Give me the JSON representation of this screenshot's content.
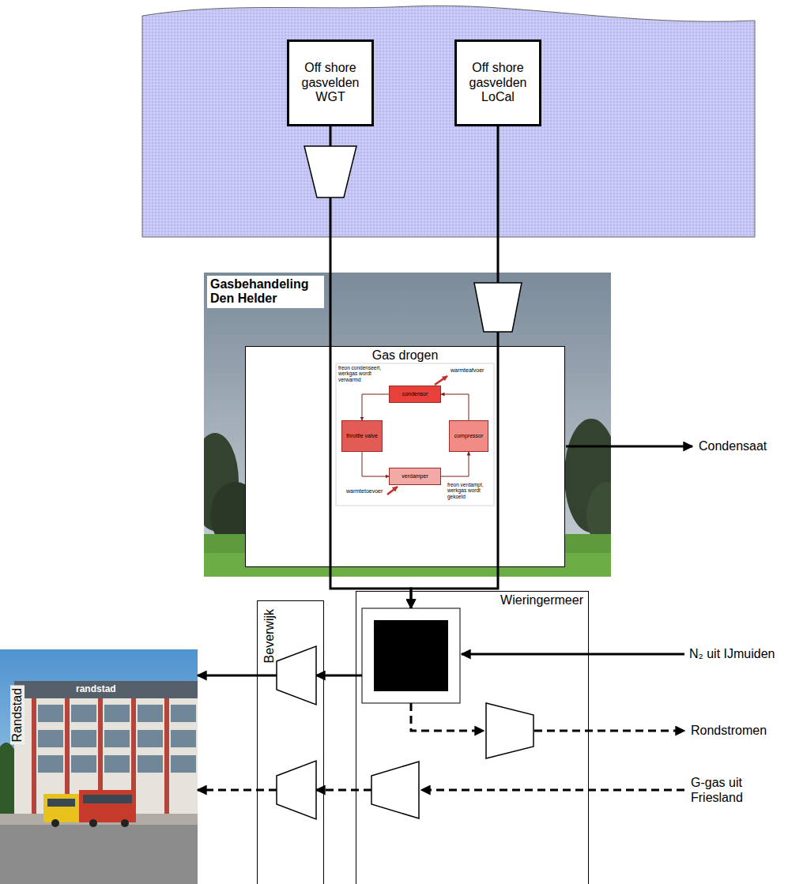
{
  "diagram": {
    "nodes": [
      {
        "text": [
          "Off shore gasvelden WGT"
        ]
      },
      {
        "text": [
          "Off shore gasvelden LoCal"
        ]
      },
      {
        "text": [
          "Gasbehandeling Den Helder"
        ]
      },
      {
        "text": [
          "Gas drogen"
        ],
        "in": 2
      },
      {
        "text": [
          "condensor"
        ],
        "in": 3
      },
      {
        "text": [
          "throttle valve"
        ],
        "in": 3
      },
      {
        "text": [
          "compressor"
        ],
        "in": 3
      },
      {
        "text": [
          "verdamper"
        ],
        "in": 3
      },
      {
        "text": [
          "Wieringermeer"
        ]
      },
      {
        "text": [
          "Beverwijk"
        ]
      },
      {
        "text": [
          "Randstad"
        ]
      }
    ],
    "edges": [
      {
        "from": 0,
        "to": 8,
        "arrow": "to"
      },
      {
        "from": 1,
        "to": 8,
        "arrow": "to"
      },
      {
        "from": 8,
        "to": 9,
        "arrow": "to"
      },
      {
        "from": 9,
        "to": 10,
        "arrow": "to"
      },
      {
        "from": 8,
        "to": 9,
        "arrow": "to"
      },
      {
        "from": 9,
        "to": 10,
        "arrow": "to"
      },
      {
        "from": 4,
        "to": 5,
        "arrow": "to"
      },
      {
        "from": 5,
        "to": 7,
        "arrow": "to"
      },
      {
        "from": 7,
        "to": 6,
        "arrow": "to"
      },
      {
        "from": 6,
        "to": 4,
        "arrow": "to"
      }
    ],
    "labels": [
      "Condensaat",
      "N₂ uit IJmuiden",
      "Rondstromen",
      "G-gas uit Friesland",
      "randstad",
      "warmteafvoer",
      "warmtetoevoer",
      "freon condenseert, werkgas wordt verwarmd",
      "freon verdampt, werkgas wordt gekoeld"
    ]
  }
}
